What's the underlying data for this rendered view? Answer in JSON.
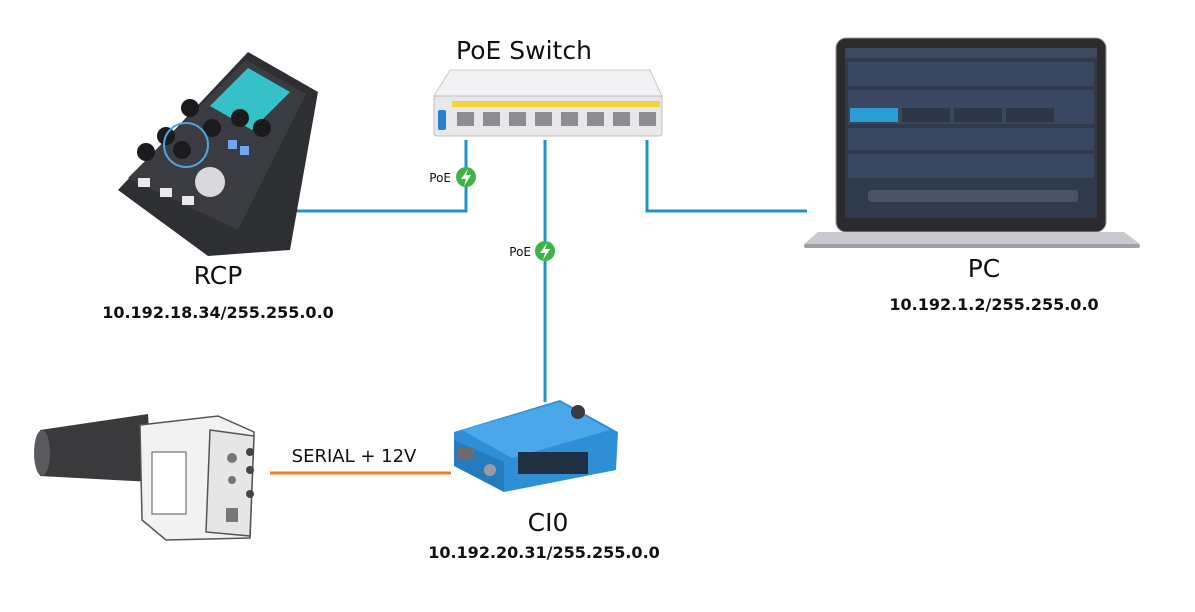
{
  "nodes": {
    "switch": {
      "label": "PoE Switch"
    },
    "rcp": {
      "label": "RCP",
      "ip": "10.192.18.34/255.255.0.0"
    },
    "pc": {
      "label": "PC",
      "ip": "10.192.1.2/255.255.0.0"
    },
    "cio": {
      "label": "CI0",
      "ip": "10.192.20.31/255.255.0.0"
    },
    "camera": {
      "label": ""
    }
  },
  "links": {
    "poe_left": "PoE",
    "poe_center": "PoE",
    "serial": "SERIAL + 12V"
  },
  "colors": {
    "ethernet_line": "#1f93c8",
    "serial_line": "#f0821e",
    "poe_badge": "#3db34a",
    "cio_body": "#2f8fd6",
    "switch_body": "#e8e8ea"
  },
  "icons": {
    "poe": "lightning-bolt-icon"
  }
}
